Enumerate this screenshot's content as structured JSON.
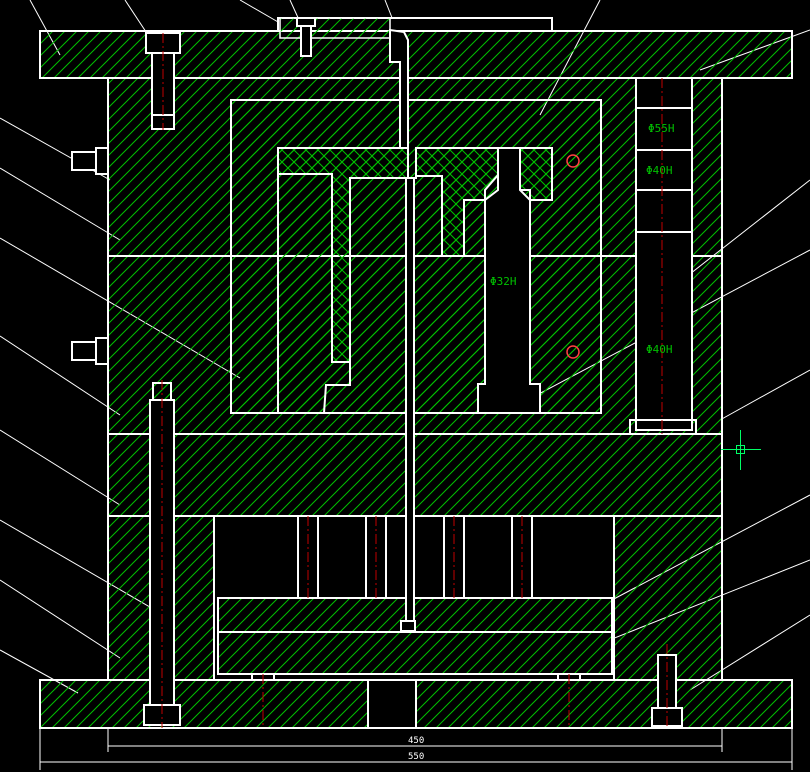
{
  "drawing": {
    "background": "#000000",
    "outline_color": "#ffffff",
    "hatch_color": "#00c000",
    "centerline_color": "#c00000",
    "leader_color": "#ffffff"
  },
  "dimensions": {
    "inner_width": "450",
    "overall_width": "550"
  },
  "diameter_labels": {
    "ejector_core": "Φ32H",
    "guide_top": "Φ55H",
    "guide_mid": "Φ40H",
    "guide_bottom": "Φ40H"
  },
  "cursor": {
    "icon": "crosshair-cursor-icon"
  }
}
